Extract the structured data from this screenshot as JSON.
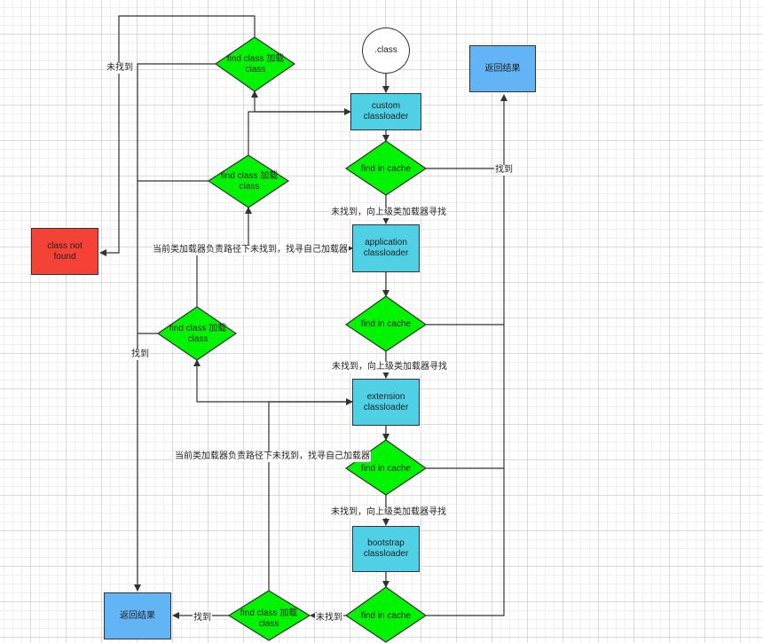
{
  "nodes": {
    "start": ".class",
    "custom": "custom classloader",
    "application": "application classloader",
    "extension": "extension classloader",
    "bootstrap": "bootstrap classloader",
    "return_top": "返回结果",
    "return_bottom": "返回结果",
    "not_found": "class not found",
    "cache1": "find in cache",
    "cache2": "find in cache",
    "cache3": "find in cache",
    "cache4": "find in cache",
    "load_custom": "find class 加载 class",
    "load_app": "find class 加载 class",
    "load_ext": "find class 加载 class",
    "load_boot": "find class 加载 class"
  },
  "labels": {
    "not_found_top": "未找到",
    "found_right": "找到",
    "up1": "未找到，向上级类加载器寻找",
    "self_load1": "当前类加载器负责路径下未找到，找寻自己加载器",
    "up2": "未找到，向上级类加载器寻找",
    "found_left": "找到",
    "self_load2": "当前类加载器负责路径下未找到，找寻自己加载器",
    "up3": "未找到，向上级类加载器寻找",
    "not_found_bottom": "未找到",
    "found_bottom": "找到"
  }
}
